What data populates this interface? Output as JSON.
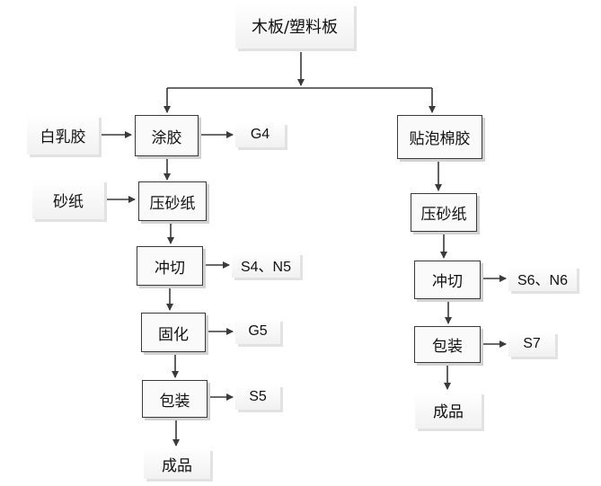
{
  "nodes": {
    "top": "木板/塑料板",
    "white_glue": "白乳胶",
    "gluing": "涂胶",
    "g4": "G4",
    "sandpaper": "砂纸",
    "press_left": "压砂纸",
    "punch_left": "冲切",
    "s4_n5": "S4、N5",
    "curing": "固化",
    "g5": "G5",
    "pack_left": "包装",
    "s5": "S5",
    "product_left": "成品",
    "cotton_glue": "贴泡棉胶",
    "press_right": "压砂纸",
    "punch_right": "冲切",
    "s6_n6": "S6、N6",
    "pack_right": "包装",
    "s7": "S7",
    "product_right": "成品"
  }
}
